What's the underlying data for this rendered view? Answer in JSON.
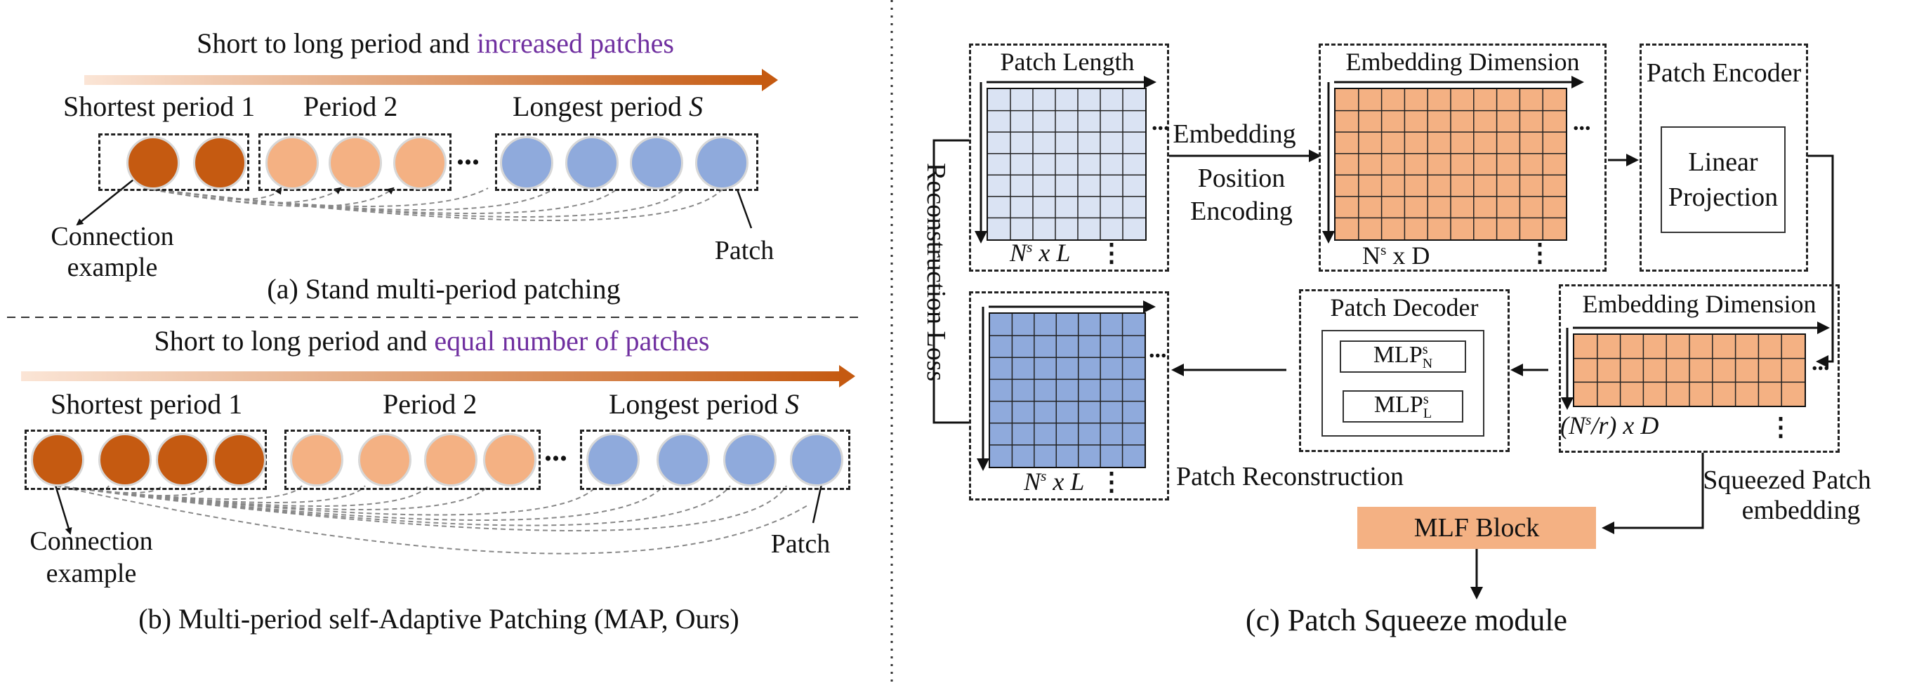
{
  "panel_a": {
    "header_prefix": "Short to long period and ",
    "header_highlight": "increased patches",
    "period1": "Shortest period 1",
    "period2": "Period 2",
    "period3_prefix": "Longest period ",
    "period3_var": "S",
    "ellipsis": "...",
    "connection_line1": "Connection",
    "connection_line2": "example",
    "patch": "Patch",
    "caption": "(a) Stand multi-period patching"
  },
  "panel_b": {
    "header_prefix": "Short to long period and ",
    "header_highlight": "equal number of patches",
    "period1": "Shortest period 1",
    "period2": "Period 2",
    "period3_prefix": "Longest period ",
    "period3_var": "S",
    "ellipsis": "...",
    "connection_line1": "Connection",
    "connection_line2": "example",
    "patch": "Patch",
    "caption": "(b) Multi-period self-Adaptive Patching (MAP, Ours)"
  },
  "panel_c": {
    "patch_length": "Patch Length",
    "grid1_n": "N",
    "grid1_sup": "s",
    "grid1_rest": " x L",
    "embedding_line1": "Embedding",
    "embedding_line2": "Position",
    "embedding_line3": "Encoding",
    "embedding_dimension": "Embedding Dimension",
    "grid2_label": "N",
    "grid2_sup": "s",
    "grid2_rest": " x D",
    "patch_encoder": "Patch Encoder",
    "linear_line1": "Linear",
    "linear_line2": "Projection",
    "reconstruction_loss": "Reconstruction Loss",
    "patch_decoder": "Patch Decoder",
    "mlp": "MLP",
    "mlp1_sup": "s",
    "mlp1_sub": "N",
    "mlp2_sup": "s",
    "mlp2_sub": "L",
    "embedding_dimension2": "Embedding Dimension",
    "grid4_open": "(N",
    "grid4_sup": "s",
    "grid4_rest": "/r) x D",
    "grid3_n": "N",
    "grid3_sup": "s",
    "grid3_rest": " x L",
    "patch_reconstruction": "Patch Reconstruction",
    "squeezed_line1": "Squeezed Patch",
    "squeezed_line2": "embedding",
    "mlf_block": "MLF Block",
    "caption": "(c) Patch Squeeze module",
    "vdots": "⋮",
    "hdots": "..."
  },
  "colors": {
    "dark_orange": "#C55A11",
    "light_orange": "#F4B183",
    "blue": "#8FAADC",
    "light_blue_fill": "#DAE3F3",
    "orange_fill": "#F4B183",
    "blue_fill": "#8FAADC",
    "purple": "#7030A0",
    "mlf_fill": "#F4B183"
  }
}
